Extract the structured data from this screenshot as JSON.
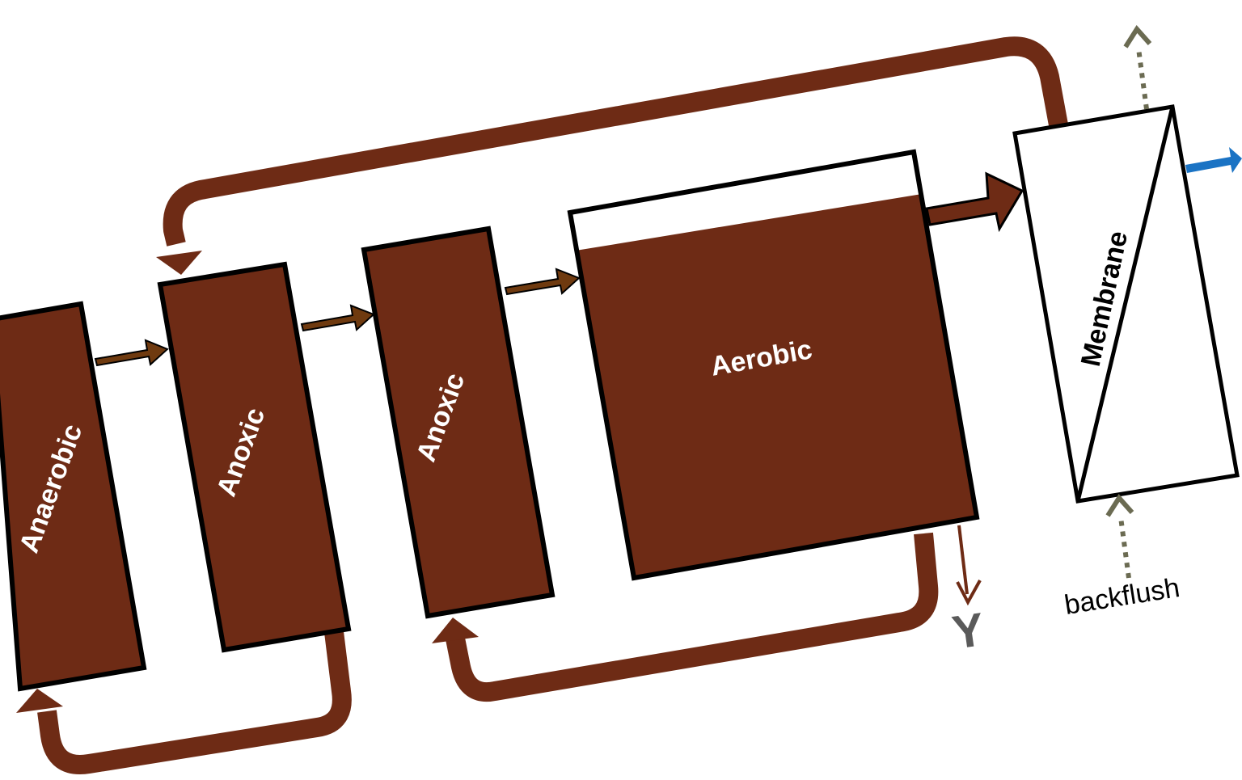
{
  "diagram": {
    "colors": {
      "sludge": "#6e2b15",
      "feed_arrow": "#6f3a0f",
      "outline": "#000000",
      "permeate": "#1a73c4",
      "air": "#6b6b52",
      "waste_letter": "#5a5a5a",
      "background": "#ffffff"
    },
    "tanks": [
      {
        "id": "anaerobic",
        "label": "Anaerobic"
      },
      {
        "id": "anoxic-1",
        "label": "Anoxic"
      },
      {
        "id": "anoxic-2",
        "label": "Anoxic"
      },
      {
        "id": "aerobic",
        "label": "Aerobic"
      }
    ],
    "membrane": {
      "label": "Membrane"
    },
    "backflush": {
      "label": "backflush"
    },
    "waste": {
      "label": "Y"
    },
    "connections": [
      {
        "from": "anaerobic",
        "to": "anoxic-1",
        "kind": "feed"
      },
      {
        "from": "anoxic-1",
        "to": "anoxic-2",
        "kind": "feed"
      },
      {
        "from": "anoxic-2",
        "to": "aerobic",
        "kind": "feed"
      },
      {
        "from": "aerobic",
        "to": "membrane",
        "kind": "feed"
      },
      {
        "from": "membrane",
        "to": "anoxic-1",
        "kind": "recycle"
      },
      {
        "from": "anoxic-1",
        "to": "anaerobic",
        "kind": "recycle"
      },
      {
        "from": "aerobic",
        "to": "anoxic-2",
        "kind": "recycle"
      },
      {
        "from": "aerobic",
        "to": "waste",
        "kind": "wasting"
      },
      {
        "from": "membrane",
        "to": "permeate",
        "kind": "permeate"
      },
      {
        "from": "membrane",
        "to": "air",
        "kind": "air-scour"
      },
      {
        "from": "backflush",
        "to": "membrane",
        "kind": "backflush"
      }
    ]
  }
}
